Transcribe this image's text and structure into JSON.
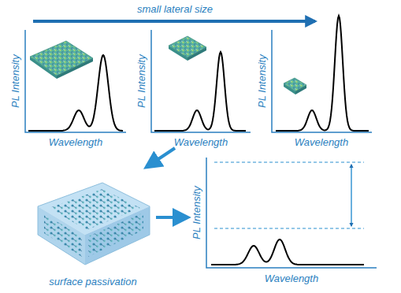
{
  "diagram": {
    "labels": [
      "small lateral size",
      "PL Intensity",
      "Wavelength",
      "PL Intensity",
      "Wavelength",
      "PL Intensity",
      "Wavelength",
      "surface passivation",
      "PL Intensity",
      "Wavelength"
    ]
  }
}
